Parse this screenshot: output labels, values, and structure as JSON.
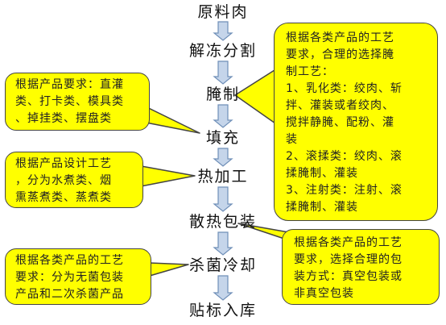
{
  "steps": [
    "原料肉",
    "解冻分割",
    "腌制",
    "填充",
    "热加工",
    "散热包装",
    "杀菌冷却",
    "贴标入库"
  ],
  "notes": {
    "pickle": [
      "根据各类产品的工艺",
      "要求，合理的选择腌",
      "制工艺：",
      "1、乳化类：绞肉、斩",
      "拌、灌装或者绞肉、",
      "搅拌静腌、配粉、灌",
      "装",
      "2、滚揉类：绞肉、滚",
      "揉腌制、灌装",
      "3、注射类：注射、滚",
      "揉腌制、灌装"
    ],
    "fill": [
      "根据产品要求：直灌",
      "类、打卡类、模具类",
      "、掉挂类、摆盘类"
    ],
    "heat": [
      "根据产品设计工艺",
      "，分为水煮类、烟",
      "熏蒸煮类、蒸煮类"
    ],
    "pack": [
      "根据各类产品的工艺",
      "要求，选择合理的包",
      "装方式：真空包装或",
      "非真空包装"
    ],
    "steril": [
      "根据各类产品的工艺",
      "要求：分为无菌包装",
      "产品和二次杀菌产品"
    ]
  },
  "colors": {
    "note_fill": "#ffff00",
    "arrow_fill": "#c5d5ea",
    "arrow_stroke": "#6f8fb8"
  }
}
